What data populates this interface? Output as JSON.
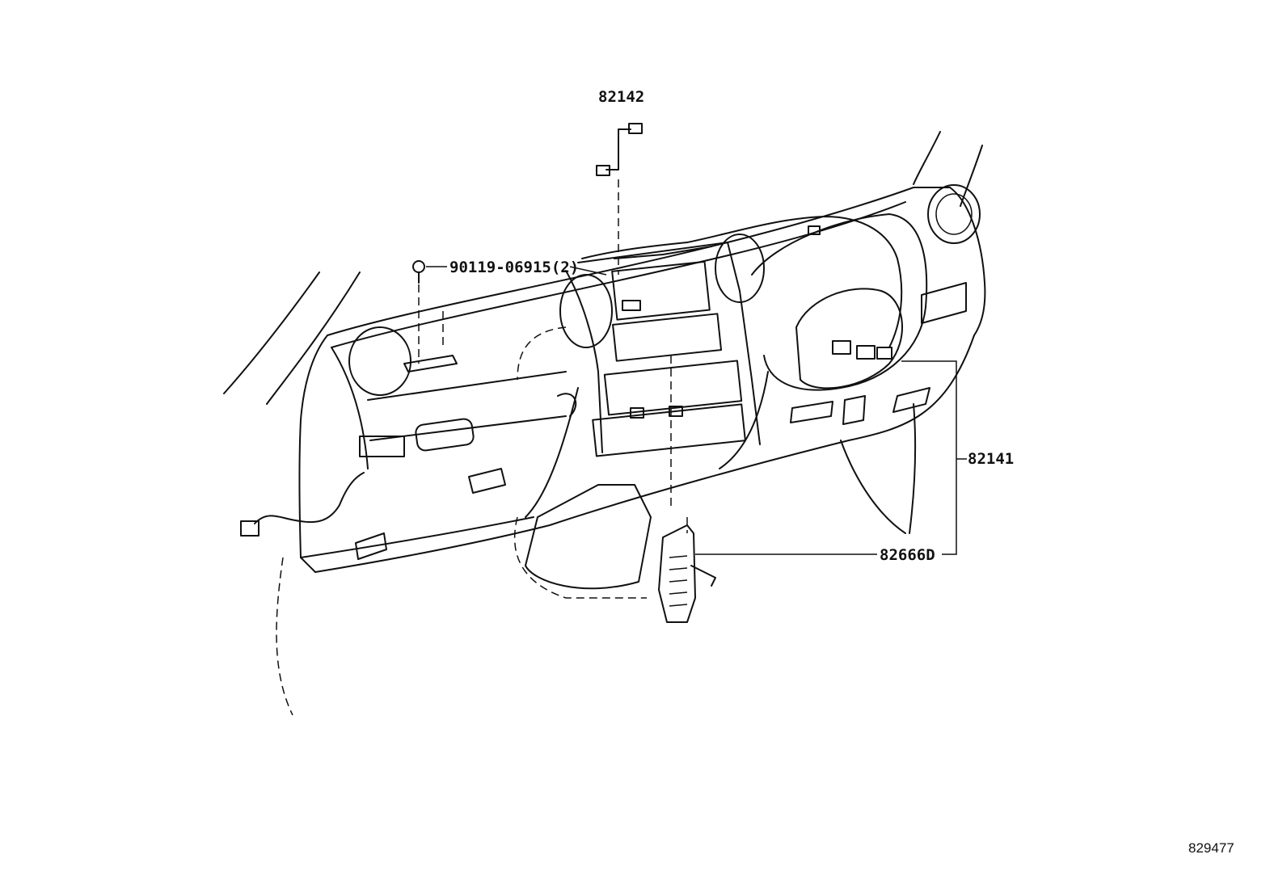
{
  "labels": {
    "part_82142": "82142",
    "part_bolt": "90119-06915(2)",
    "part_82141": "82141",
    "part_82666d": "82666D"
  },
  "reference_number": "829477"
}
